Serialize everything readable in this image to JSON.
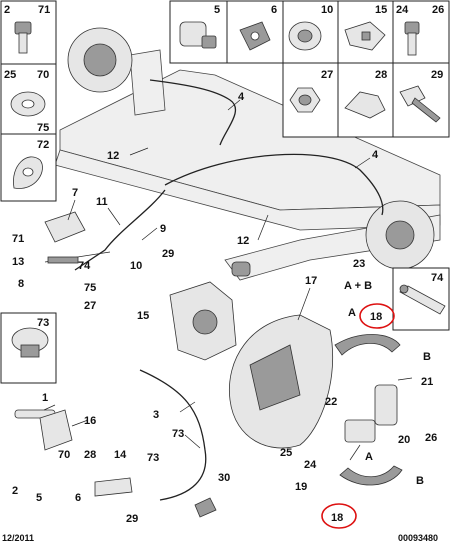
{
  "boxes": {
    "top_left": {
      "left": "2",
      "right": "71"
    },
    "mid_left": {
      "left": "25",
      "right": "70",
      "bottom": "75"
    },
    "washer": {
      "label": "72"
    },
    "top_5": "5",
    "top_6": "6",
    "top_10": "10",
    "top_15": "15",
    "top_24_26": {
      "left": "24",
      "right": "26"
    },
    "row2_27": "27",
    "row2_28": "28",
    "row2_29": "29",
    "side_73": "73",
    "side_74": "74"
  },
  "callouts": {
    "c4a": "4",
    "c4b": "4",
    "c12a": "12",
    "c12b": "12",
    "c7": "7",
    "c11": "11",
    "c9": "9",
    "c71": "71",
    "c29a": "29",
    "c10": "10",
    "c13": "13",
    "c74": "74",
    "c8": "8",
    "c75": "75",
    "c27": "27",
    "c23": "23",
    "c23sub": "A + B",
    "c17": "17",
    "c15": "15",
    "cA1": "A",
    "c18a": "18",
    "cB1": "B",
    "c21": "21",
    "c1": "1",
    "c16": "16",
    "c3": "3",
    "c22": "22",
    "c73": "73",
    "c20": "20",
    "c26": "26",
    "c25": "25",
    "c24": "24",
    "c28": "28",
    "c14": "14",
    "c73b": "73",
    "c70": "70",
    "c2": "2",
    "c5": "5",
    "c6": "6",
    "c19": "19",
    "cA2": "A",
    "cB2": "B",
    "c30": "30",
    "c29b": "29",
    "c18b": "18"
  },
  "footer": {
    "date": "12/2011",
    "ref": "00093480"
  },
  "colors": {
    "highlight": "#d11111",
    "line": "#222222"
  }
}
